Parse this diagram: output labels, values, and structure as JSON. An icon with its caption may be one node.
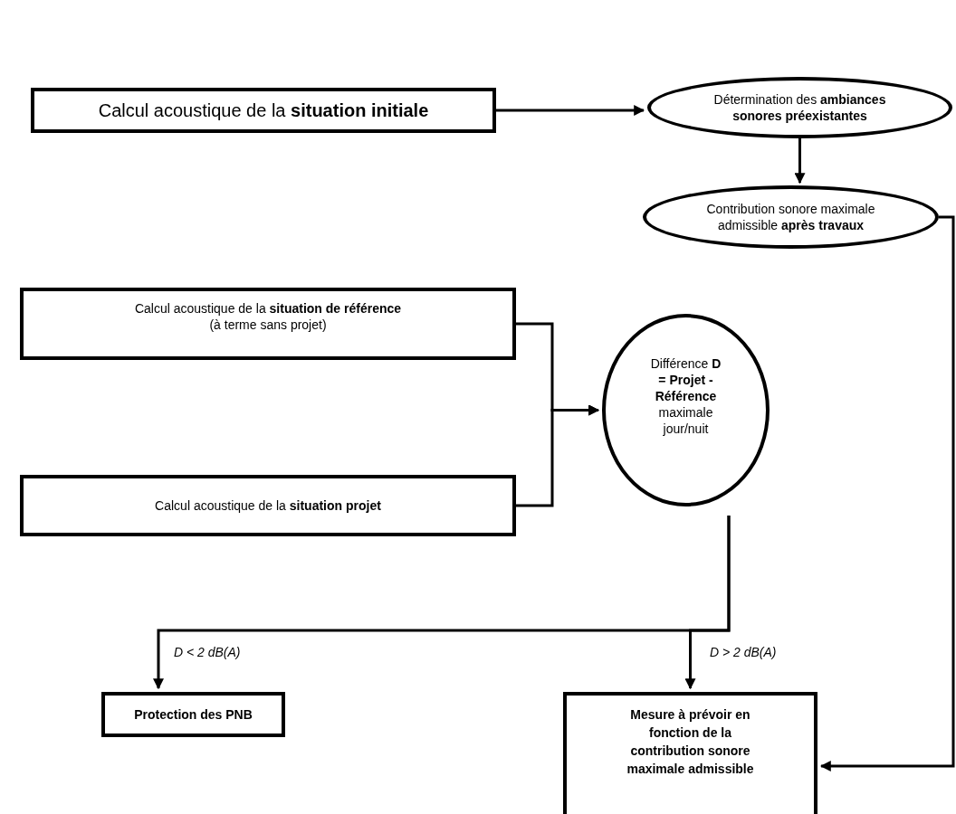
{
  "diagram": {
    "nodes": [
      {
        "text": [
          "Calcul acoustique de la **situation initiale**"
        ]
      },
      {
        "text": [
          "Détermination des **ambiances sonores préexistantes**"
        ]
      },
      {
        "text": [
          "Contribution sonore maximale admissible **après travaux**"
        ]
      },
      {
        "text": [
          "Calcul acoustique de la **situation de référence**",
          "(à terme sans projet)"
        ]
      },
      {
        "text": [
          "Calcul acoustique de la **situation projet**"
        ]
      },
      {
        "text": [
          "Différence **D = Projet - Référence** maximale jour/nuit"
        ]
      },
      {
        "text": [
          "Protection des PNB"
        ]
      },
      {
        "text": [
          "Mesure à prévoir en fonction de la contribution sonore maximale admissible"
        ]
      }
    ],
    "edges": [
      {
        "from": 0,
        "to": 1,
        "arrow": "to"
      },
      {
        "from": 1,
        "to": 2,
        "arrow": "to"
      },
      {
        "from": 2,
        "to": 7,
        "arrow": "to"
      },
      {
        "from": 3,
        "to": 5,
        "arrow": "to"
      },
      {
        "from": 4,
        "to": 5,
        "arrow": "to"
      },
      {
        "from": 5,
        "to": 6,
        "arrow": "to",
        "label": "D < 2 dB(A)"
      },
      {
        "from": 5,
        "to": 7,
        "arrow": "to",
        "label": "D > 2 dB(A)"
      }
    ]
  }
}
